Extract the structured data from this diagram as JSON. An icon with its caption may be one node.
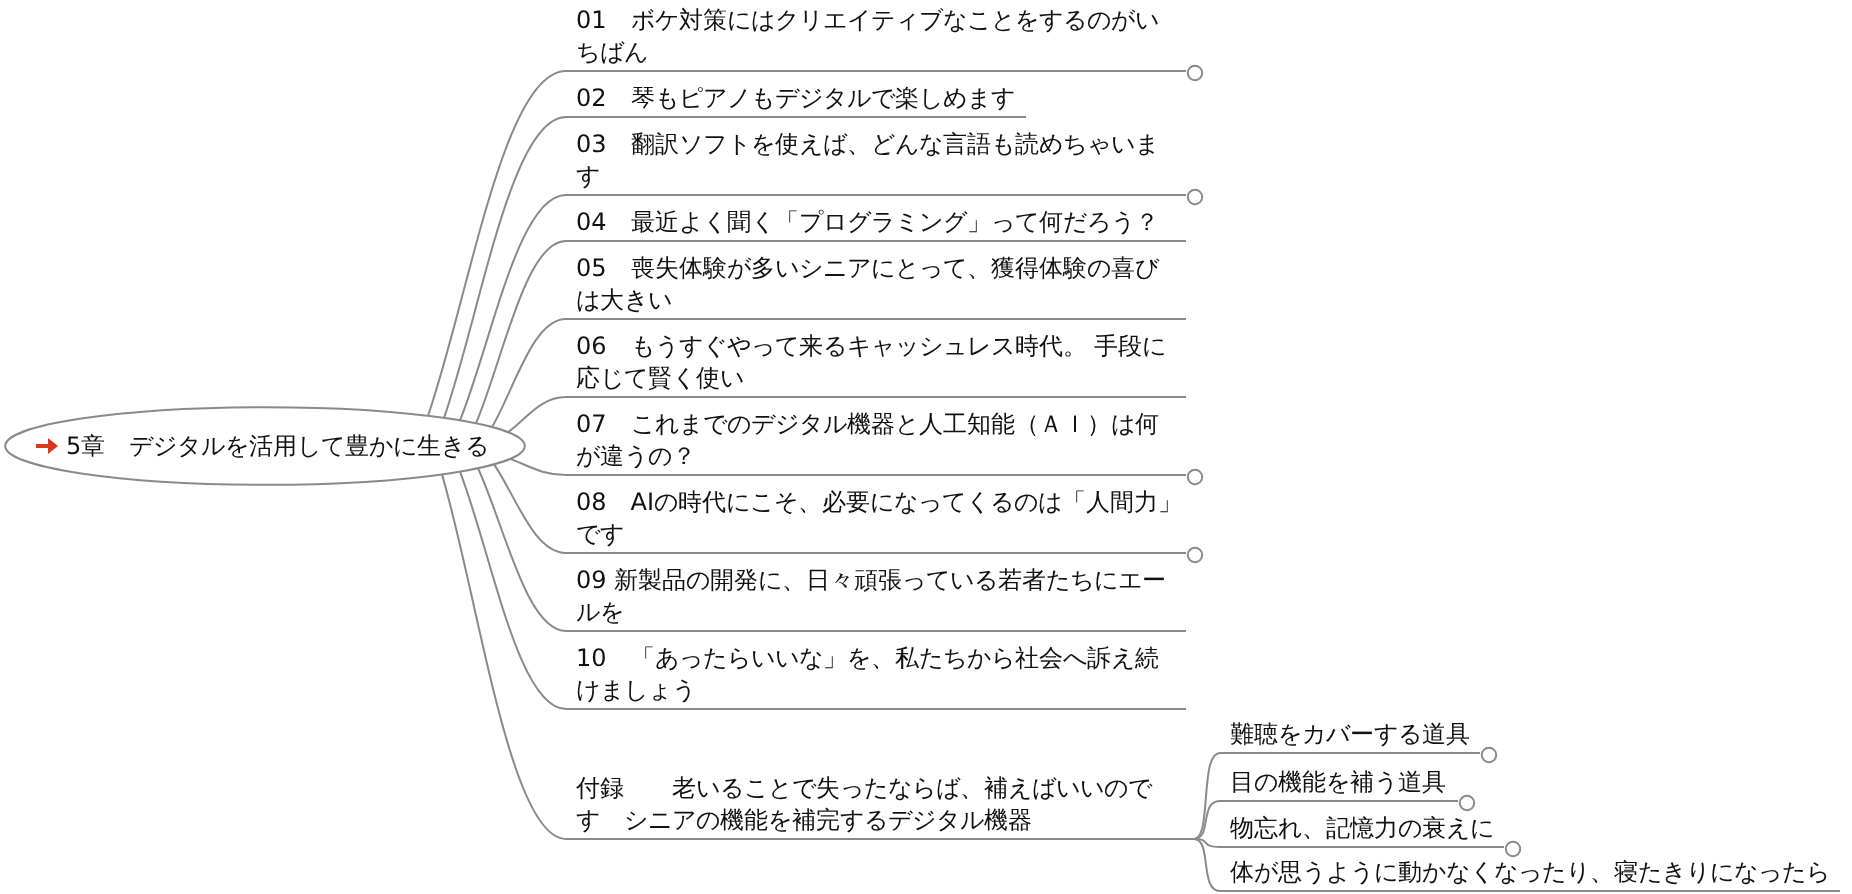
{
  "diagram": {
    "nodes": [
      {
        "text": [
          "5章　デジタルを活用して豊かに生きる"
        ]
      },
      {
        "text": [
          "01　ボケ対策にはクリエイティブなことをするのがいちばん"
        ]
      },
      {
        "text": [
          "02　琴もピアノもデジタルで楽しめます"
        ]
      },
      {
        "text": [
          "03　翻訳ソフトを使えば、どんな言語も読めちゃいます"
        ]
      },
      {
        "text": [
          "04　最近よく聞く「プログラミング」って何だろう？"
        ]
      },
      {
        "text": [
          "05　喪失体験が多いシニアにとって、獲得体験の喜びは大きい"
        ]
      },
      {
        "text": [
          "06　もうすぐやって来るキャッシュレス時代。 手段に応じて賢く使い"
        ]
      },
      {
        "text": [
          "07　これまでのデジタル機器と人工知能（ＡＩ）は何が違うの？"
        ]
      },
      {
        "text": [
          "08　AIの時代にこそ、必要になってくるのは「人間力」です"
        ]
      },
      {
        "text": [
          "09 新製品の開発に、日々頑張っている若者たちにエールを"
        ]
      },
      {
        "text": [
          "10　「あったらいいな」を、私たちから社会へ訴え続けましょう"
        ]
      },
      {
        "text": [
          "付録　　老いることで失ったならば、補えばいいのです　シニアの機能を補完するデジタル機器"
        ]
      },
      {
        "text": [
          "難聴をカバーする道具"
        ]
      },
      {
        "text": [
          "目の機能を補う道具"
        ]
      },
      {
        "text": [
          "物忘れ、記憶力の衰えに"
        ]
      },
      {
        "text": [
          "体が思うように動かなくなったり、寝たきりになったら"
        ]
      }
    ],
    "edges": [
      {
        "from": 0,
        "to": 1,
        "arrow": "none"
      },
      {
        "from": 0,
        "to": 2,
        "arrow": "none"
      },
      {
        "from": 0,
        "to": 3,
        "arrow": "none"
      },
      {
        "from": 0,
        "to": 4,
        "arrow": "none"
      },
      {
        "from": 0,
        "to": 5,
        "arrow": "none"
      },
      {
        "from": 0,
        "to": 6,
        "arrow": "none"
      },
      {
        "from": 0,
        "to": 7,
        "arrow": "none"
      },
      {
        "from": 0,
        "to": 8,
        "arrow": "none"
      },
      {
        "from": 0,
        "to": 9,
        "arrow": "none"
      },
      {
        "from": 0,
        "to": 10,
        "arrow": "none"
      },
      {
        "from": 0,
        "to": 11,
        "arrow": "none"
      },
      {
        "from": 11,
        "to": 12,
        "arrow": "none"
      },
      {
        "from": 11,
        "to": 13,
        "arrow": "none"
      },
      {
        "from": 11,
        "to": 14,
        "arrow": "none"
      },
      {
        "from": 11,
        "to": 15,
        "arrow": "none"
      }
    ]
  }
}
